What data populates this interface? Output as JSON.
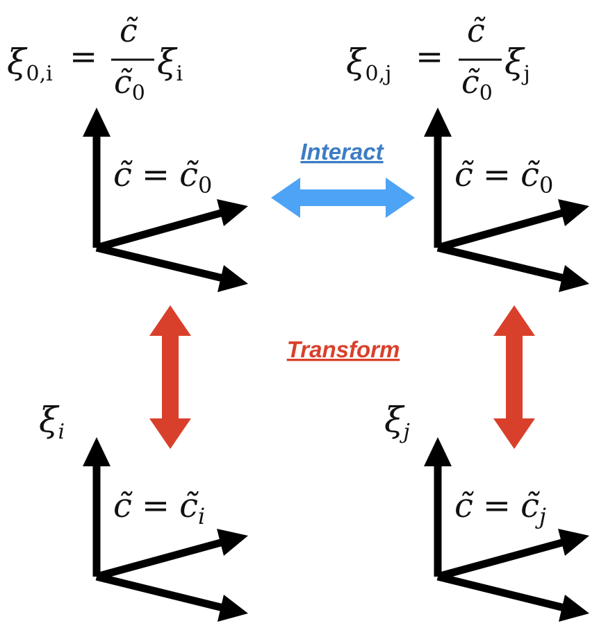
{
  "colors": {
    "axes": "#000000",
    "interact": "#4DA3F5",
    "interact_text": "#3C7DC4",
    "transform": "#D9402B",
    "transform_text": "#D9402B"
  },
  "labels": {
    "interact": "Interact",
    "transform": "Transform"
  },
  "frames": {
    "top_left": {
      "xi_sym": "ξ",
      "xi_sub": "0,i",
      "eq": "=",
      "frac_num": "c̃",
      "frac_den_sym": "c̃",
      "frac_den_sub": "0",
      "xi_rhs_sym": "ξ",
      "xi_rhs_sub": "i",
      "c_lhs": "c̃",
      "c_eq": "=",
      "c_rhs_sym": "c̃",
      "c_rhs_sub": "0"
    },
    "top_right": {
      "xi_sym": "ξ",
      "xi_sub": "0,j",
      "eq": "=",
      "frac_num": "c̃",
      "frac_den_sym": "c̃",
      "frac_den_sub": "0",
      "xi_rhs_sym": "ξ",
      "xi_rhs_sub": "j",
      "c_lhs": "c̃",
      "c_eq": "=",
      "c_rhs_sym": "c̃",
      "c_rhs_sub": "0"
    },
    "bottom_left": {
      "xi_sym": "ξ",
      "xi_sub": "i",
      "c_lhs": "c̃",
      "c_eq": "=",
      "c_rhs_sym": "c̃",
      "c_rhs_sub": "i"
    },
    "bottom_right": {
      "xi_sym": "ξ",
      "xi_sub": "j",
      "c_lhs": "c̃",
      "c_eq": "=",
      "c_rhs_sym": "c̃",
      "c_rhs_sub": "j"
    }
  }
}
